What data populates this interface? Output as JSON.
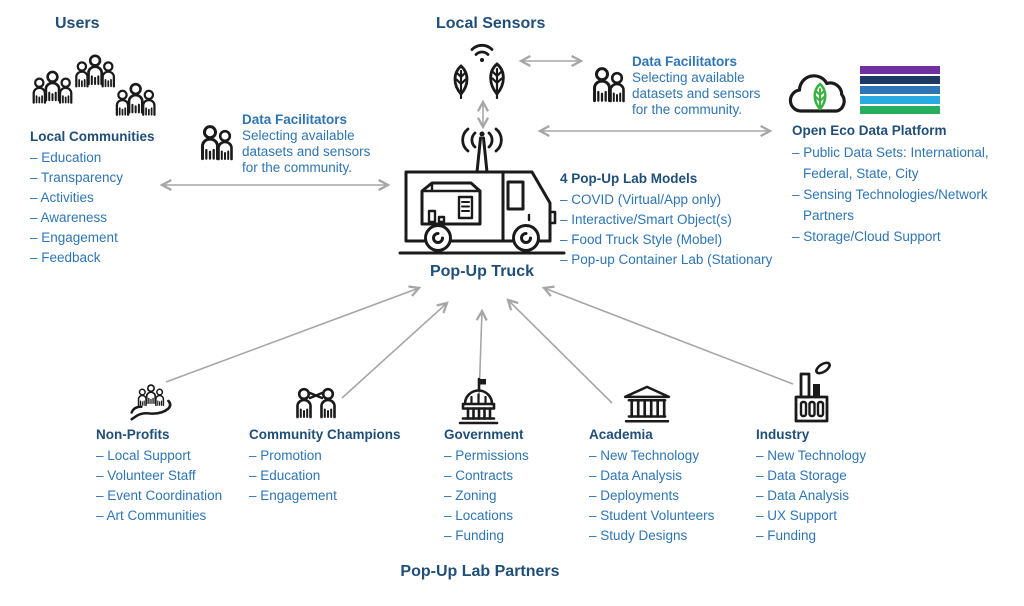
{
  "titles": {
    "users": "Users",
    "local_sensors": "Local Sensors",
    "pop_up_truck": "Pop-Up Truck",
    "partners": "Pop-Up Lab Partners"
  },
  "local_communities": {
    "heading": "Local Communities",
    "items": [
      "– Education",
      "– Transparency",
      "– Activities",
      "– Awareness",
      "– Engagement",
      "– Feedback"
    ]
  },
  "facilitators_left": {
    "heading": "Data Facilitators",
    "line1": "Selecting available",
    "line2": "datasets and sensors",
    "line3": "for the community."
  },
  "facilitators_right": {
    "heading": "Data Facilitators",
    "line1": "Selecting available",
    "line2": "datasets and sensors",
    "line3": "for the community."
  },
  "lab_models": {
    "heading": "4 Pop-Up Lab Models",
    "items": [
      "– COVID (Virtual/App only)",
      "– Interactive/Smart Object(s)",
      "– Food Truck Style (Mobel)",
      "– Pop-up Container Lab (Stationary"
    ]
  },
  "platform": {
    "heading": "Open Eco Data Platform",
    "items": [
      "– Public Data Sets: International, Federal, State, City",
      "– Sensing Technologies/Network Partners",
      "– Storage/Cloud Support"
    ]
  },
  "partners": [
    {
      "name": "Non-Profits",
      "items": [
        "– Local Support",
        "– Volunteer Staff",
        "– Event Coordination",
        "– Art Communities"
      ]
    },
    {
      "name": "Community Champions",
      "items": [
        "– Promotion",
        "– Education",
        "– Engagement"
      ]
    },
    {
      "name": "Government",
      "items": [
        "– Permissions",
        "– Contracts",
        "– Zoning",
        "– Locations",
        "– Funding"
      ]
    },
    {
      "name": "Academia",
      "items": [
        "– New Technology",
        "– Data Analysis",
        "– Deployments",
        "– Student Volunteers",
        "– Study Designs"
      ]
    },
    {
      "name": "Industry",
      "items": [
        "– New Technology",
        "– Data Storage",
        "– Data Analysis",
        "– UX Support",
        "– Funding"
      ]
    }
  ],
  "icons": {
    "users": "people-crowd-icon",
    "data_facilitators": "two-people-icon",
    "local_sensors": "leaf-sensors-wifi-icon",
    "truck": "popup-truck-antenna-icon",
    "platform_cloud": "eco-cloud-leaf-icon",
    "platform_bars": "data-bars-icon",
    "non_profits": "hand-holding-people-icon",
    "community_champions": "people-handshake-icon",
    "government": "capitol-building-icon",
    "academia": "university-building-icon",
    "industry": "factory-icon"
  },
  "colors": {
    "heading": "#1f4e79",
    "item": "#2e75b6",
    "icon": "#1a1a1a",
    "arrow": "#a6a6a6",
    "leaf": "#3bb143",
    "bars": [
      "#7030a0",
      "#1f3864",
      "#2e75b6",
      "#29abe2",
      "#27ae60"
    ]
  }
}
